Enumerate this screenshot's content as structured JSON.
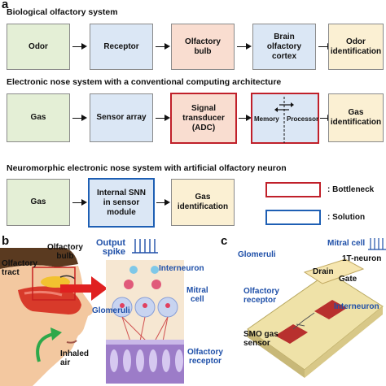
{
  "panel_a": {
    "letter": "a",
    "row1": {
      "heading": "Biological olfactory system",
      "boxes": [
        "Odor",
        "Receptor",
        "Olfactory\nbulb",
        "Brain\nolfactory\ncortex",
        "Odor\nidentification"
      ]
    },
    "row2": {
      "heading": "Electronic nose system with a conventional computing architecture",
      "boxes": [
        "Gas",
        "Sensor array",
        "Signal\ntransducer\n(ADC)",
        "",
        "Gas\nidentification"
      ],
      "memory_label": "Memory",
      "processor_label": "Processor"
    },
    "row3": {
      "heading": "Neuromorphic electronic nose system with artificial olfactory neuron",
      "boxes": [
        "Gas",
        "Internal SNN\nin sensor\nmodule",
        "Gas\nidentification"
      ]
    },
    "legend": {
      "bottleneck_label": ": Bottleneck",
      "solution_label": ": Solution"
    },
    "colors": {
      "green": "#e4efd6",
      "blue": "#dbe7f5",
      "salmon": "#f9ddd0",
      "yellow": "#fbf0d3",
      "red_border": "#c0202a",
      "blue_border": "#1e5fb4"
    }
  },
  "panel_b": {
    "letter": "b",
    "olfactory_tract": "Olfactory\ntract",
    "olfactory_bulb": "Olfactory\nbulb",
    "inhaled_air": "Inhaled\nair",
    "output_spike": "Output\nspike",
    "interneuron": "Interneuron",
    "mitral_cell": "Mitral\ncell",
    "glomeruli": "Glomeruli",
    "olfactory_receptor": "Olfactory\nreceptor"
  },
  "panel_c": {
    "letter": "c",
    "glomeruli": "Glomeruli",
    "mitral_cell": "Mitral cell",
    "one_t_neuron": "1T-neuron",
    "drain": "Drain",
    "gate": "Gate",
    "olfactory_receptor": "Olfactory\nreceptor",
    "interneuron": "Interneuron",
    "smo_gas_sensor": "SMO gas\nsensor"
  }
}
